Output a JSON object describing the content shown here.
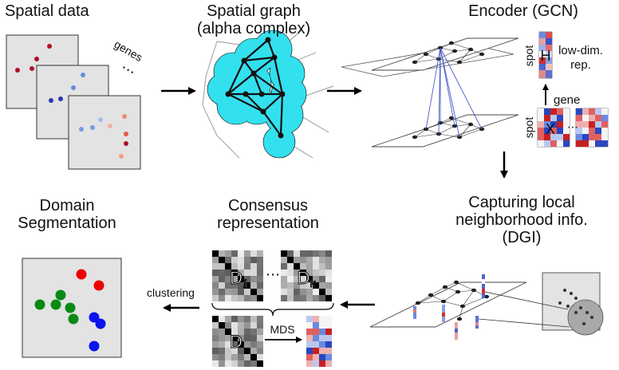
{
  "panels": {
    "spatial_data": {
      "title": "Spatial data",
      "genes_label": "genes",
      "ellipsis": "⋯"
    },
    "spatial_graph": {
      "title_line1": "Spatial graph",
      "title_line2": "(alpha complex)"
    },
    "encoder": {
      "title": "Encoder (GCN)",
      "h_label": "H",
      "x_label": "X",
      "spot_label": "spot",
      "gene_label": "gene",
      "lowdim_line1": "low-dim.",
      "lowdim_line2": "rep.",
      "ellipsis": "⋯"
    },
    "dgi": {
      "title_line1": "Capturing local",
      "title_line2": "neighborhood info.",
      "title_line3": "(DGI)"
    },
    "consensus": {
      "title_line1": "Consensus",
      "title_line2": "representation",
      "d1_label": "D",
      "d1_sub": "1",
      "dk_label": "D",
      "dk_sub": "k",
      "d_label": "D",
      "mds_label": "MDS",
      "ellipsis": "⋯"
    },
    "domain": {
      "title_line1": "Domain",
      "title_line2": "Segmentation",
      "clustering_label": "clustering"
    }
  },
  "colors": {
    "panel_gray": "#e3e3e3",
    "graph_cyan": "#33e0ee",
    "red": "#ee0000",
    "green": "#0a8a12",
    "blue": "#0a14ee",
    "edge_blue": "#4a5cc8"
  }
}
